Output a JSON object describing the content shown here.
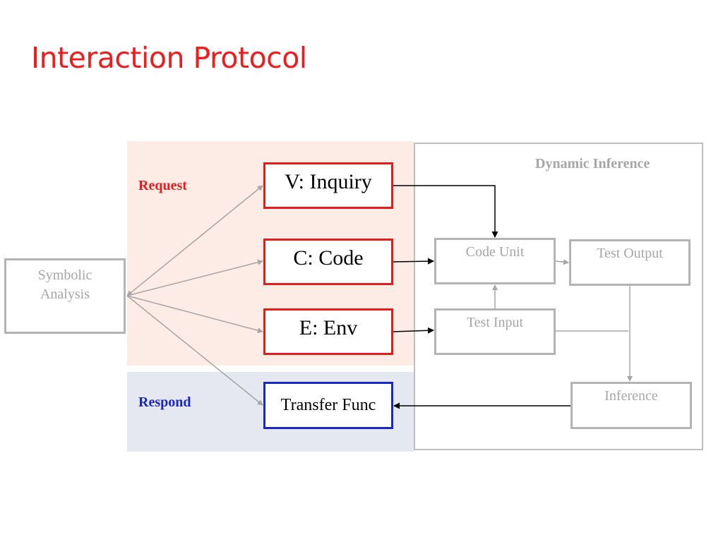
{
  "slide": {
    "title": "Interaction Protocol"
  },
  "diagram": {
    "labels": {
      "request": "Request",
      "respond": "Respond",
      "dynamic_inference": "Dynamic Inference"
    },
    "nodes": {
      "symbolic_analysis": "Symbolic\nAnalysis",
      "inquiry": "V: Inquiry",
      "code": "C: Code",
      "env": "E: Env",
      "transfer_func": "Transfer Func",
      "code_unit": "Code Unit",
      "test_output": "Test Output",
      "test_input": "Test Input",
      "inference": "Inference"
    },
    "edges": [
      {
        "from": "symbolic_analysis",
        "to": "inquiry"
      },
      {
        "from": "symbolic_analysis",
        "to": "code"
      },
      {
        "from": "symbolic_analysis",
        "to": "env"
      },
      {
        "from": "symbolic_analysis",
        "to": "transfer_func"
      },
      {
        "from": "inquiry",
        "to": "code_unit"
      },
      {
        "from": "code",
        "to": "code_unit"
      },
      {
        "from": "env",
        "to": "test_input"
      },
      {
        "from": "test_input",
        "to": "code_unit"
      },
      {
        "from": "code_unit",
        "to": "test_output"
      },
      {
        "from": "test_output",
        "to": "inference"
      },
      {
        "from": "test_input",
        "to": "inference"
      },
      {
        "from": "inference",
        "to": "transfer_func"
      }
    ],
    "colors": {
      "title": "#ee1c1c",
      "request": "#e31c1c",
      "respond": "#1b27c2",
      "request_region": "#fdebe6",
      "respond_region": "#e5e8f1",
      "inactive": "#a6a6a6"
    }
  }
}
